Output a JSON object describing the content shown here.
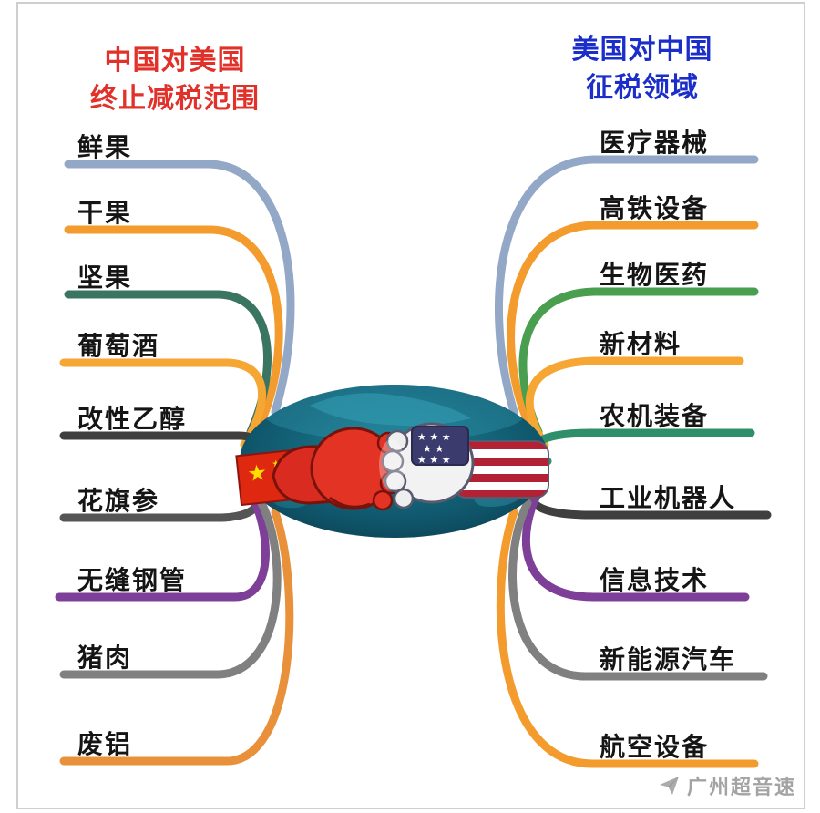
{
  "left": {
    "title_line1": "中国对美国",
    "title_line2": "终止减税范围",
    "title_color": "#e0322a",
    "items": [
      {
        "label": "鲜果",
        "color": "#93a7c7"
      },
      {
        "label": "干果",
        "color": "#f39c2d"
      },
      {
        "label": "坚果",
        "color": "#3a7561"
      },
      {
        "label": "葡萄酒",
        "color": "#f6a632"
      },
      {
        "label": "改性乙醇",
        "color": "#3f3f3f"
      },
      {
        "label": "花旗参",
        "color": "#555555"
      },
      {
        "label": "无缝钢管",
        "color": "#7d3f98"
      },
      {
        "label": "猪肉",
        "color": "#808080"
      },
      {
        "label": "废铝",
        "color": "#e8913a"
      }
    ]
  },
  "right": {
    "title_line1": "美国对中国",
    "title_line2": "征税领域",
    "title_color": "#1b2ec9",
    "items": [
      {
        "label": "医疗器械",
        "color": "#93a7c7"
      },
      {
        "label": "高铁设备",
        "color": "#f39c2d"
      },
      {
        "label": "生物医药",
        "color": "#4a9e4f"
      },
      {
        "label": "新材料",
        "color": "#f6a632"
      },
      {
        "label": "农机装备",
        "color": "#2f8f6b"
      },
      {
        "label": "工业机器人",
        "color": "#3f3f3f"
      },
      {
        "label": "信息技术",
        "color": "#7d3f98"
      },
      {
        "label": "新能源汽车",
        "color": "#808080"
      },
      {
        "label": "航空设备",
        "color": "#f39c2d"
      }
    ]
  },
  "center": {
    "background_icon": "world-map-ellipse",
    "left_fist_icon": "china-flag-fist",
    "right_fist_icon": "usa-flag-fist"
  },
  "watermark": {
    "text": "广州超音速",
    "icon": "paper-plane-icon",
    "color": "#a3a3a3"
  }
}
